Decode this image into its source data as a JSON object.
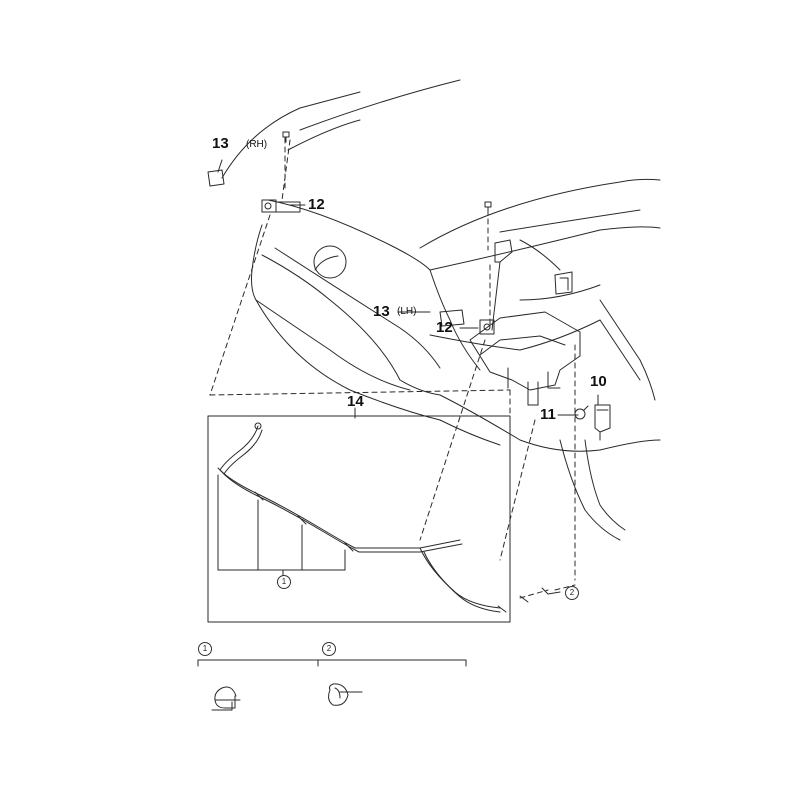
{
  "callouts": {
    "c13_rh": "13",
    "rh": "(RH)",
    "c12_rh": "12",
    "c13_lh": "13",
    "lh": "(LH)",
    "c12_lh": "12",
    "c10": "10",
    "c11": "11",
    "c14": "14"
  },
  "sub_refs": {
    "clip_a": "1",
    "clip_b": "2"
  },
  "colors": {
    "line": "#2a2a2a",
    "text": "#111111",
    "background": "#ffffff"
  }
}
